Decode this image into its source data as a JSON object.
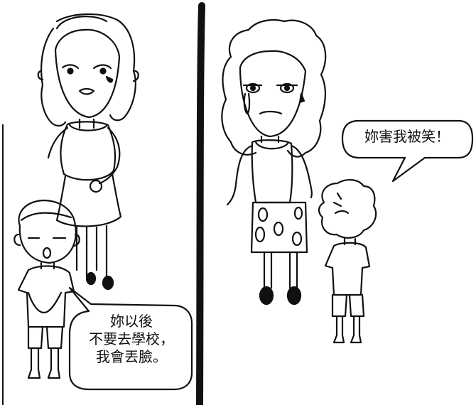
{
  "panels": [
    {
      "id": "left",
      "speech": {
        "lines": [
          "妳以後",
          "不要去學校，",
          "我會丟臉。"
        ]
      }
    },
    {
      "id": "right",
      "speech": {
        "lines": [
          "妳害我被笑！"
        ]
      }
    }
  ],
  "colors": {
    "ink": "#111111",
    "paper": "#ffffff"
  }
}
